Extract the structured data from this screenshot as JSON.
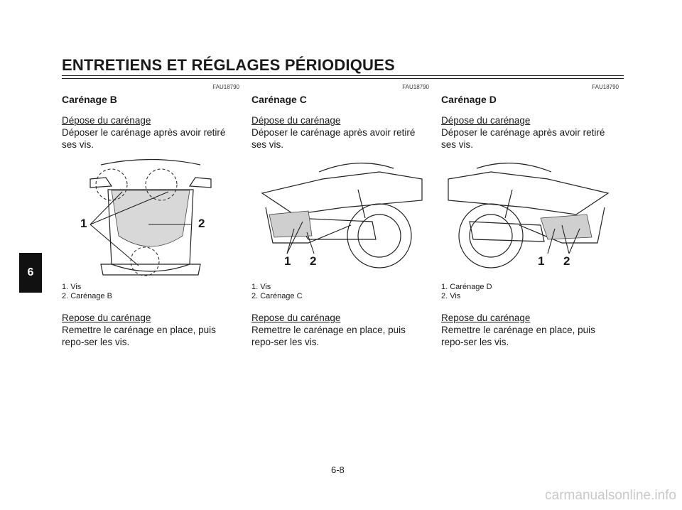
{
  "header": {
    "title": "ENTRETIENS ET RÉGLAGES PÉRIODIQUES"
  },
  "chapter_tab": "6",
  "columns": [
    {
      "code": "FAU18790",
      "title": "Carénage B",
      "removal_heading": "Dépose du carénage",
      "removal_text": "Déposer le carénage après avoir retiré ses vis.",
      "callouts": [
        "1",
        "2"
      ],
      "captions": [
        "1. Vis",
        "2. Carénage B"
      ],
      "install_heading": "Repose du carénage",
      "install_text": "Remettre le carénage en place, puis repo-ser les vis."
    },
    {
      "code": "FAU18790",
      "title": "Carénage C",
      "removal_heading": "Dépose du carénage",
      "removal_text": "Déposer le carénage après avoir retiré ses vis.",
      "callouts": [
        "1",
        "2"
      ],
      "captions": [
        "1. Vis",
        "2. Carénage C"
      ],
      "install_heading": "Repose du carénage",
      "install_text": "Remettre le carénage en place, puis repo-ser les vis."
    },
    {
      "code": "FAU18790",
      "title": "Carénage D",
      "removal_heading": "Dépose du carénage",
      "removal_text": "Déposer le carénage après avoir retiré ses vis.",
      "callouts": [
        "1",
        "2"
      ],
      "captions": [
        "1. Carénage D",
        "2. Vis"
      ],
      "install_heading": "Repose du carénage",
      "install_text": "Remettre le carénage en place, puis repo-ser les vis."
    }
  ],
  "page_number": "6-8",
  "watermark": "carmanualsonline.info"
}
